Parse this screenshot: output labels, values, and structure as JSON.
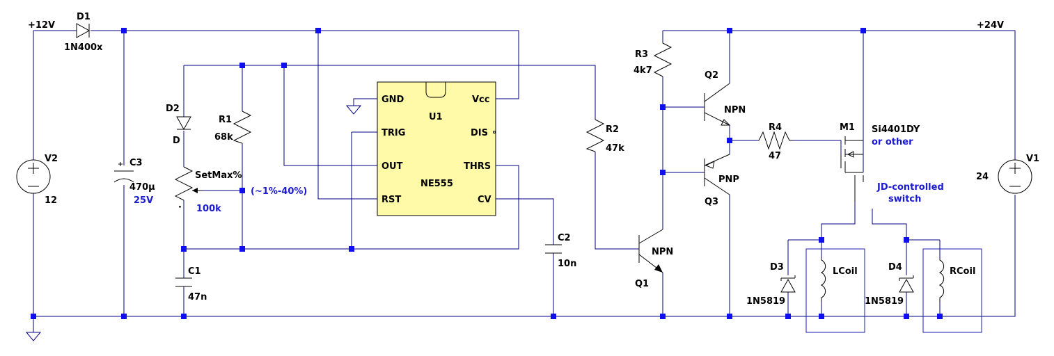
{
  "rails": {
    "v12": "+12V",
    "v24": "+24V"
  },
  "parts": {
    "D1": {
      "ref": "D1",
      "value": "1N400x"
    },
    "V2": {
      "ref": "V2",
      "value": "12"
    },
    "C3": {
      "ref": "C3",
      "value": "470µ",
      "note": "25V"
    },
    "D2": {
      "ref": "D2",
      "value": "D"
    },
    "R1": {
      "ref": "R1",
      "value": "68k"
    },
    "POT": {
      "ref": "SetMax%",
      "value": "100k",
      "note": "(~1%-40%)",
      "dot": "·"
    },
    "C1": {
      "ref": "C1",
      "value": "47n"
    },
    "U1": {
      "ref": "U1",
      "value": "NE555"
    },
    "C2": {
      "ref": "C2",
      "value": "10n"
    },
    "R2": {
      "ref": "R2",
      "value": "47k"
    },
    "R3": {
      "ref": "R3",
      "value": "4k7"
    },
    "Q1": {
      "ref": "Q1",
      "value": "NPN"
    },
    "Q2": {
      "ref": "Q2",
      "value": "NPN"
    },
    "Q3": {
      "ref": "Q3",
      "value": "PNP"
    },
    "R4": {
      "ref": "R4",
      "value": "47"
    },
    "M1": {
      "ref": "M1",
      "value": "Si4401DY",
      "note": "or other"
    },
    "SW": {
      "note1": "JD-controlled",
      "note2": "switch"
    },
    "D3": {
      "ref": "D3",
      "value": "1N5819"
    },
    "D4": {
      "ref": "D4",
      "value": "1N5819"
    },
    "LCOIL": {
      "ref": "LCoil"
    },
    "RCOIL": {
      "ref": "RCoil"
    },
    "V1": {
      "ref": "V1",
      "value": "24"
    }
  },
  "ne555_pins": {
    "gnd": "GND",
    "trig": "TRIG",
    "out": "OUT",
    "rst": "RST",
    "vcc": "Vcc",
    "dis": "DIS",
    "thrs": "THRS",
    "cv": "CV"
  },
  "colors": {
    "wire": "#000080",
    "junction": "#1010ee",
    "chip_fill": "#fffaa8",
    "annotation": "#1a1ad0"
  }
}
